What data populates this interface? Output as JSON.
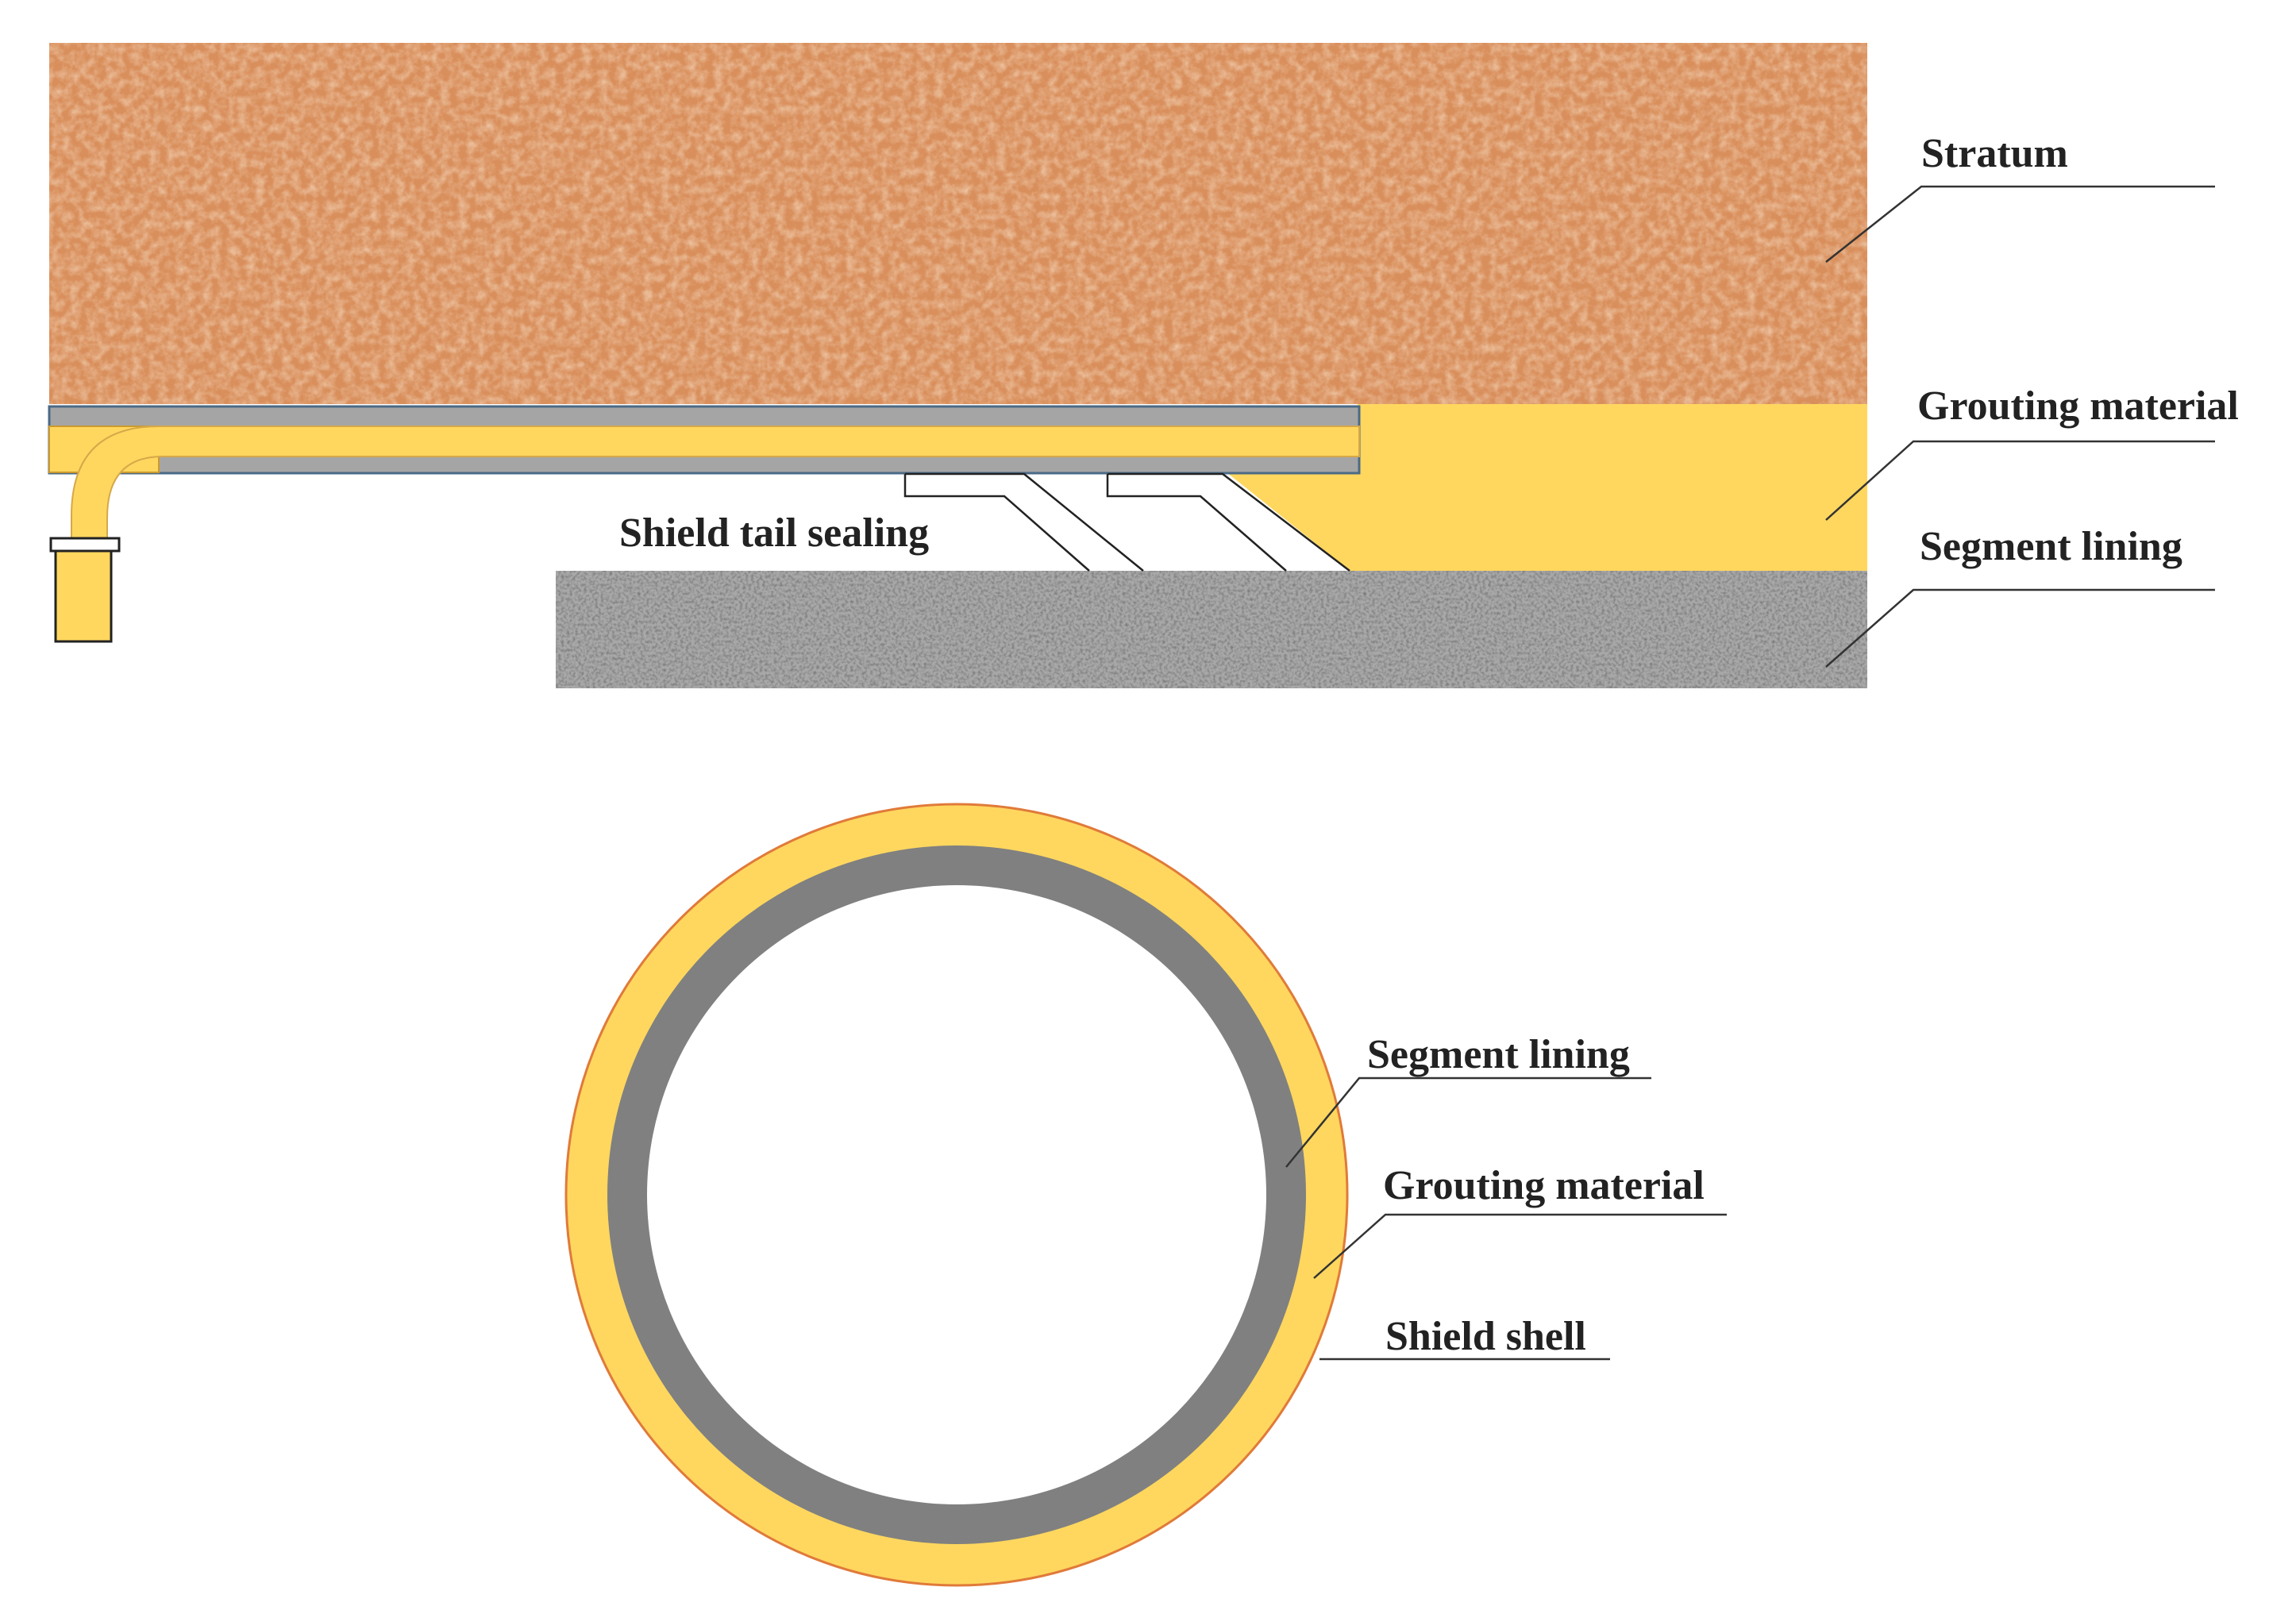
{
  "labels": {
    "stratum": "Stratum",
    "grouting_material_top": "Grouting material",
    "segment_lining_top": "Segment lining",
    "shield_tail_sealing": "Shield tail sealing",
    "segment_lining_ring": "Segment lining",
    "grouting_material_ring": "Grouting material",
    "shield_shell": "Shield shell"
  },
  "colors": {
    "stratum": "#d98f5c",
    "grout": "#ffd75e",
    "shield": "#a5a5a5",
    "shield_outline": "#4a6a86",
    "segment_ring": "#808080",
    "ring_outline": "#e07a3a",
    "lining_concrete": "#a8a8a8"
  }
}
